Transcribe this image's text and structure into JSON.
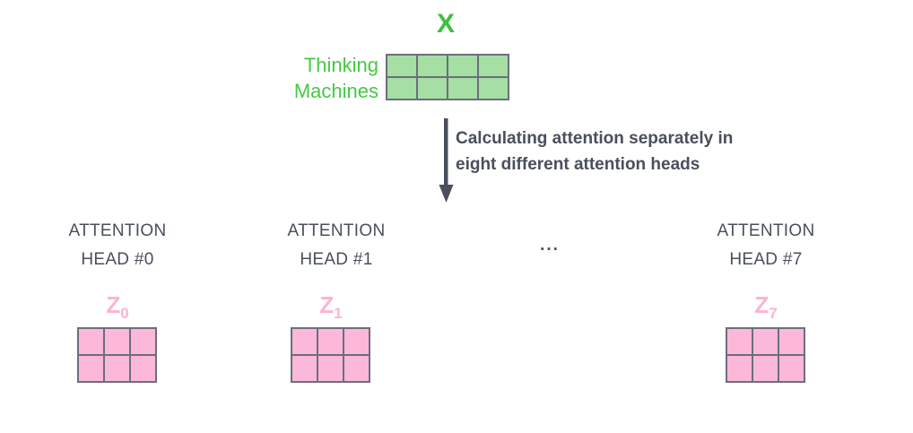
{
  "diagram": {
    "title": "X",
    "title_color": "#3cc13c",
    "input": {
      "label_color": "#45c945",
      "row_labels": [
        "Thinking",
        "Machines"
      ],
      "matrix": {
        "name": "X",
        "rows": 2,
        "cols": 4,
        "fill_color": "#a5dfa3",
        "border_color": "#6b6e7d"
      }
    },
    "flow": {
      "arrow_icon": "down-arrow-icon",
      "arrow_color": "#4a4f5c",
      "caption_line1": "Calculating attention separately in",
      "caption_line2": "eight different attention heads",
      "caption_color": "#4a4f5c"
    },
    "ellipsis": "...",
    "heads": [
      {
        "title_line1": "ATTENTION",
        "title_line2": "HEAD #0",
        "z_label": "Z",
        "z_subscript": "0",
        "z_color": "#fbb4d3",
        "matrix": {
          "rows": 2,
          "cols": 3,
          "fill_color": "#fcb8d8",
          "border_color": "#6b6e7d"
        }
      },
      {
        "title_line1": "ATTENTION",
        "title_line2": "HEAD #1",
        "z_label": "Z",
        "z_subscript": "1",
        "z_color": "#fbb4d3",
        "matrix": {
          "rows": 2,
          "cols": 3,
          "fill_color": "#fcb8d8",
          "border_color": "#6b6e7d"
        }
      },
      {
        "title_line1": "ATTENTION",
        "title_line2": "HEAD #7",
        "z_label": "Z",
        "z_subscript": "7",
        "z_color": "#fbb4d3",
        "matrix": {
          "rows": 2,
          "cols": 3,
          "fill_color": "#fcb8d8",
          "border_color": "#6b6e7d"
        }
      }
    ]
  }
}
